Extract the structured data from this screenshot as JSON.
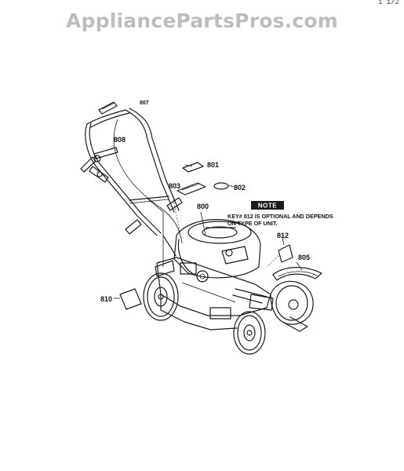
{
  "watermark": "AppliancePartsPros.com",
  "corner_mark": "1 1/2",
  "note": {
    "heading": "NOTE",
    "line1": "KEY# 812 IS OPTIONAL AND DEPENDS",
    "line2": "ON TYPE OF UNIT."
  },
  "callouts": {
    "c807": "807",
    "c808": "808",
    "c801": "801",
    "c802": "802",
    "c803": "803",
    "c800": "800",
    "c812": "812",
    "c805": "805",
    "c810": "810"
  }
}
